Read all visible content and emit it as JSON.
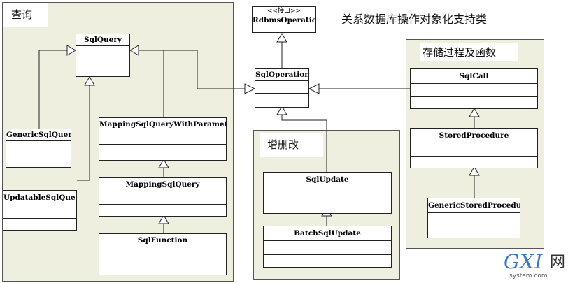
{
  "title": "关系数据库操作对象化支持类",
  "packages": {
    "query": "查询",
    "stored": "存储过程及函数",
    "update": "增删改"
  },
  "classes": {
    "rdbms_stereotype": "<<接口>>",
    "rdbms": "RdbmsOperation",
    "sqloperation": "SqlOperation",
    "sqlquery": "SqlQuery",
    "generic": "GenericSqlQuery",
    "mswp": "MappingSqlQueryWithParameters",
    "msq": "MappingSqlQuery",
    "sqlfunction": "SqlFunction",
    "updatable": "UpdatableSqlQuery",
    "sqlupdate": "SqlUpdate",
    "batch": "BatchSqlUpdate",
    "sqlcall": "SqlCall",
    "stored": "StoredProcedure",
    "genericstored": "GenericStoredProcedure"
  },
  "watermark": {
    "brand": "GXI",
    "suffix": "网",
    "site": "system.com"
  }
}
